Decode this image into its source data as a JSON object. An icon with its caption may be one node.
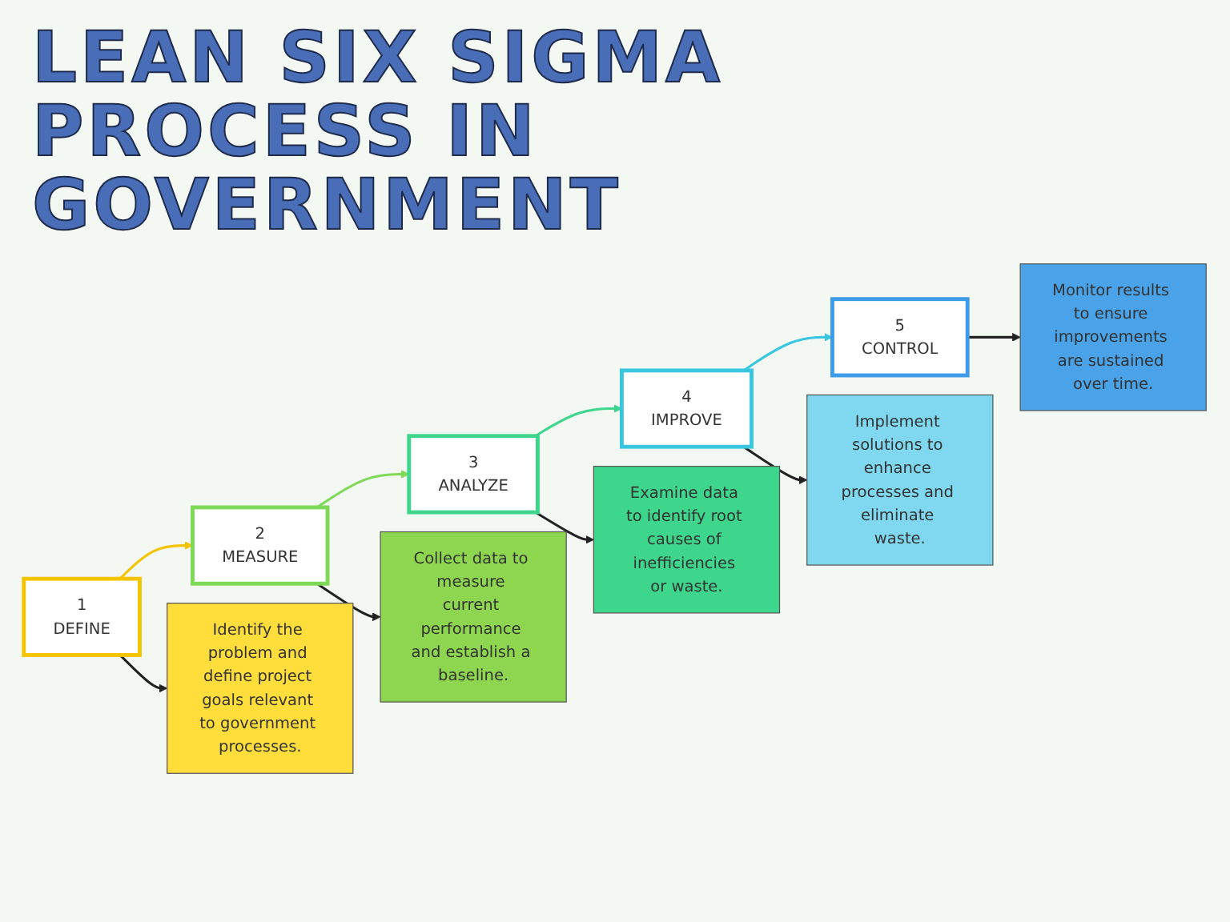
{
  "diagram": {
    "title": "LEAN SIX SIGMA PROCESS IN GOVERNMENT",
    "nodes": [
      {
        "text": [
          "1",
          "DEFINE"
        ]
      },
      {
        "text": [
          "2",
          "MEASURE"
        ]
      },
      {
        "text": [
          "3",
          "ANALYZE"
        ]
      },
      {
        "text": [
          "4",
          "IMPROVE"
        ]
      },
      {
        "text": [
          "5",
          "CONTROL"
        ]
      },
      {
        "text": [
          "Identify the problem and define project goals relevant to government processes."
        ]
      },
      {
        "text": [
          "Collect data to measure current performance and establish a baseline."
        ]
      },
      {
        "text": [
          "Examine data to identify root causes of inefficiencies or waste."
        ]
      },
      {
        "text": [
          "Implement solutions to enhance processes and eliminate waste."
        ]
      },
      {
        "text": [
          "Monitor results to ensure improvements are sustained over time."
        ]
      }
    ],
    "edges": [
      {
        "from": 0,
        "to": 1,
        "arrow": "to",
        "color": "#f5c400"
      },
      {
        "from": 1,
        "to": 2,
        "arrow": "to",
        "color": "#7ed957"
      },
      {
        "from": 2,
        "to": 3,
        "arrow": "to",
        "color": "#3dd68c"
      },
      {
        "from": 3,
        "to": 4,
        "arrow": "to",
        "color": "#38c6e0"
      },
      {
        "from": 0,
        "to": 5,
        "arrow": "to"
      },
      {
        "from": 1,
        "to": 6,
        "arrow": "to"
      },
      {
        "from": 2,
        "to": 7,
        "arrow": "to"
      },
      {
        "from": 3,
        "to": 8,
        "arrow": "to"
      },
      {
        "from": 4,
        "to": 9,
        "arrow": "to"
      }
    ]
  }
}
